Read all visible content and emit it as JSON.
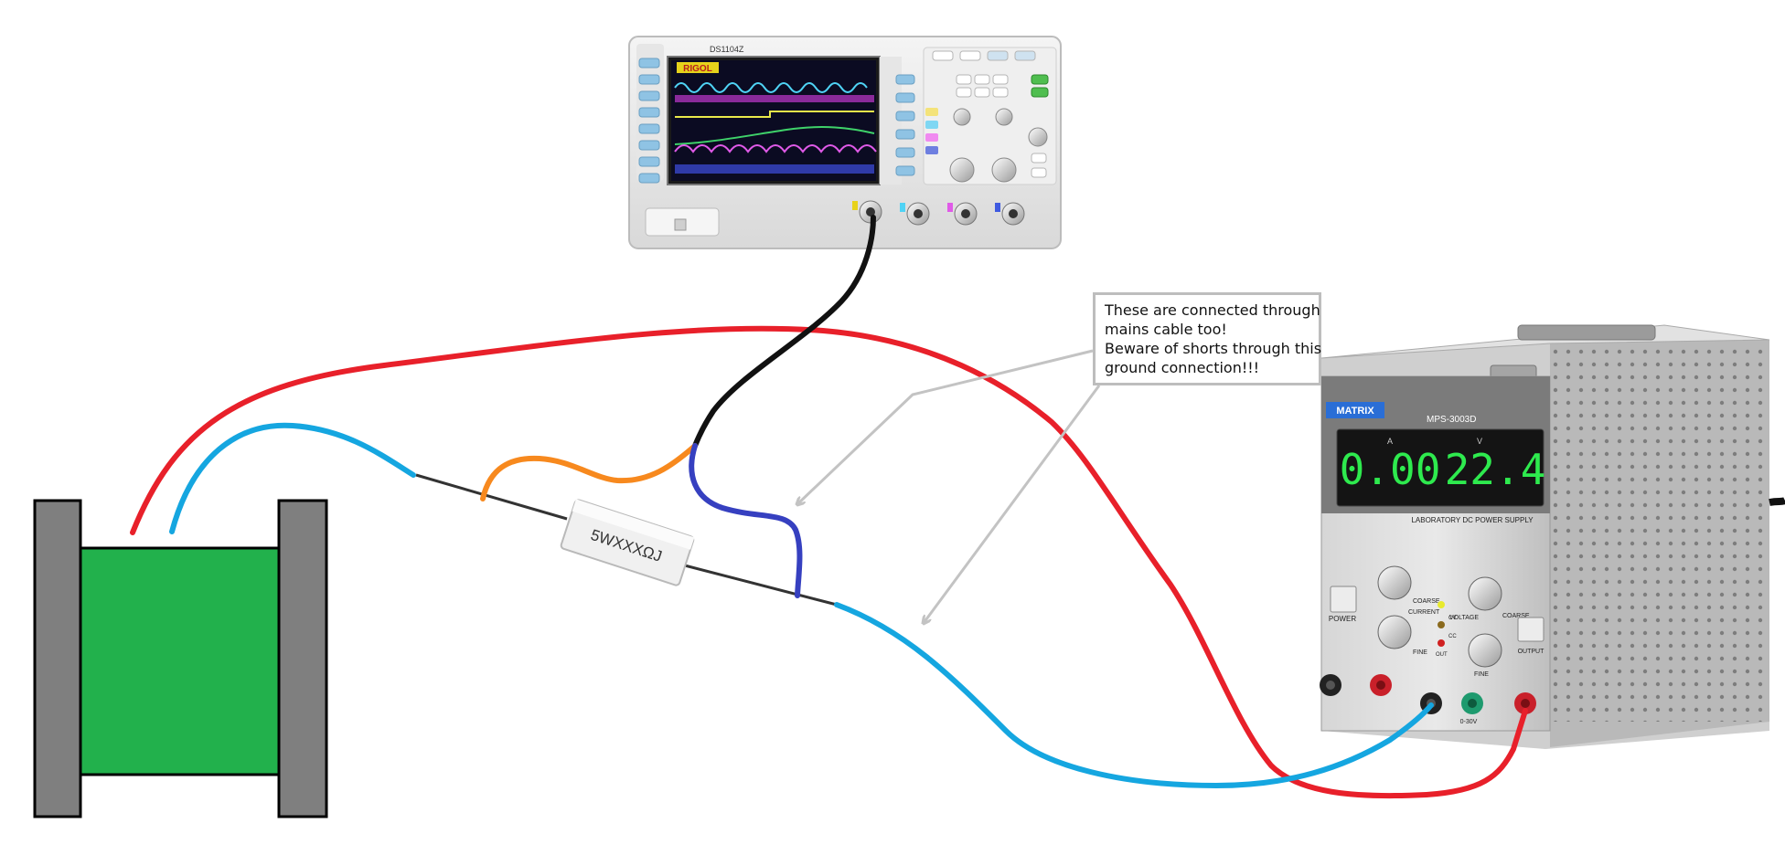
{
  "oscilloscope": {
    "brand": "RIGOL",
    "model": "DS1104Z"
  },
  "power_supply": {
    "brand": "MATRIX",
    "model": "MPS-3003D",
    "current_reading": "0.00",
    "voltage_reading": "22.4",
    "current_unit": "A",
    "voltage_unit": "V",
    "panel_title": "LABORATORY DC POWER SUPPLY",
    "labels": {
      "power": "POWER",
      "coarse_left": "COARSE",
      "coarse_right": "COARSE",
      "fine_left": "FINE",
      "fine_right": "FINE",
      "current": "CURRENT",
      "voltage": "VOLTAGE",
      "cv": "CV",
      "cc": "CC",
      "out": "OUT",
      "output": "OUTPUT",
      "range": "0-30V"
    }
  },
  "resistor": {
    "label": "5WXXXΩJ"
  },
  "note": {
    "lines": [
      "These are connected through",
      "mains cable too!",
      "Beware of shorts through this",
      "ground connection!!!"
    ]
  },
  "colors": {
    "red_wire": "#e8202a",
    "blue_wire": "#15a6e0",
    "black_wire": "#111111",
    "orange_wire": "#f7891e",
    "dark_blue_wire": "#3640c0",
    "coil_green": "#22b14c",
    "coil_flange": "#7f7f7f",
    "arrow_gray": "#c3c3c3",
    "display_green": "#2eea4e"
  }
}
